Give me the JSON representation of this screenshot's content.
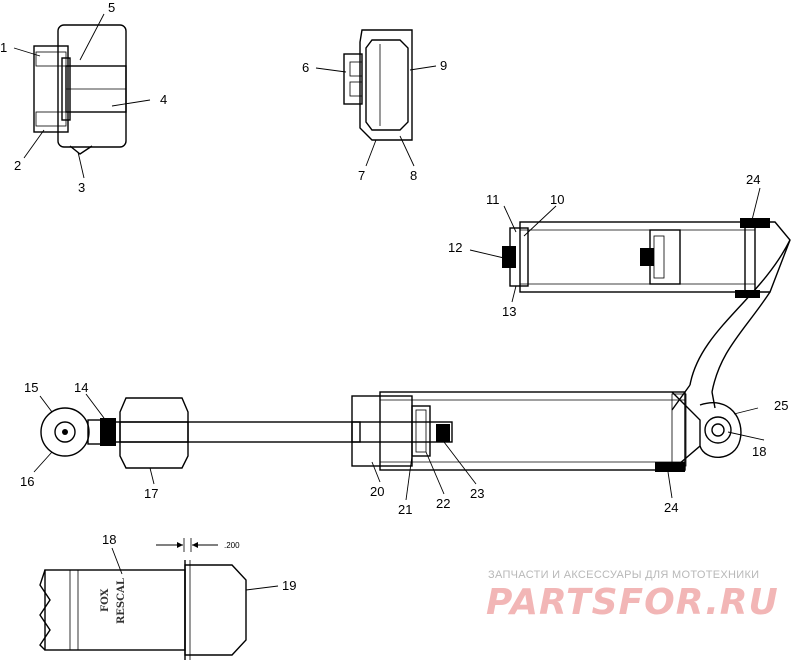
{
  "callouts": [
    {
      "id": "1",
      "text": "1"
    },
    {
      "id": "2",
      "text": "2"
    },
    {
      "id": "3",
      "text": "3"
    },
    {
      "id": "4",
      "text": "4"
    },
    {
      "id": "5",
      "text": "5"
    },
    {
      "id": "6",
      "text": "6"
    },
    {
      "id": "7",
      "text": "7"
    },
    {
      "id": "8",
      "text": "8"
    },
    {
      "id": "9",
      "text": "9"
    },
    {
      "id": "10",
      "text": "10"
    },
    {
      "id": "11",
      "text": "11"
    },
    {
      "id": "12",
      "text": "12"
    },
    {
      "id": "13",
      "text": "13"
    },
    {
      "id": "14",
      "text": "14"
    },
    {
      "id": "15",
      "text": "15"
    },
    {
      "id": "16",
      "text": "16"
    },
    {
      "id": "17",
      "text": "17"
    },
    {
      "id": "18a",
      "text": "18"
    },
    {
      "id": "18b",
      "text": "18"
    },
    {
      "id": "19",
      "text": "19"
    },
    {
      "id": "20",
      "text": "20"
    },
    {
      "id": "21",
      "text": "21"
    },
    {
      "id": "22",
      "text": "22"
    },
    {
      "id": "23",
      "text": "23"
    },
    {
      "id": "24a",
      "text": "24"
    },
    {
      "id": "24b",
      "text": "24"
    },
    {
      "id": "25",
      "text": "25"
    }
  ],
  "dimension": {
    "text": ".200"
  },
  "label_stamp": {
    "line1": "FOX",
    "line2": "RESCAL"
  },
  "watermark": {
    "caption": "ЗАПЧАСТИ И АКСЕССУАРЫ ДЛЯ МОТОТЕХНИКИ",
    "brand": "PARTSFOR.RU"
  },
  "colors": {
    "ink": "#000000",
    "watermark_caption": "#b8b8b8",
    "watermark_brand": "#f2b6b6"
  }
}
